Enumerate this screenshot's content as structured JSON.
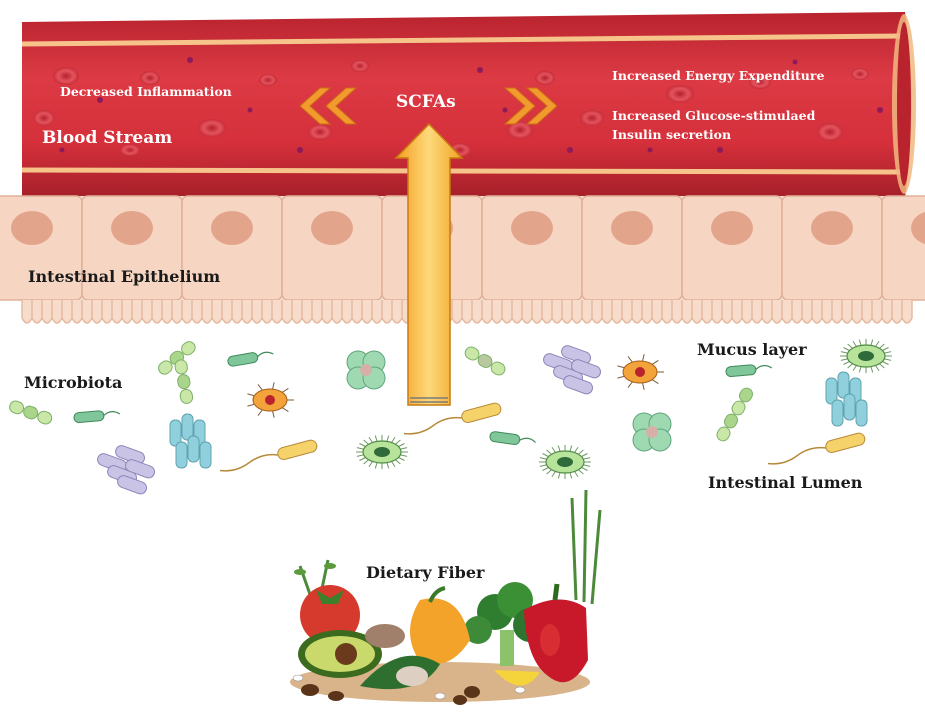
{
  "blood_vessel": {
    "label": "Blood Stream",
    "left_effect": "Decreased Inflammation",
    "center": "SCFAs",
    "right_effect_1": "Increased Energy Expenditure",
    "right_effect_2_line1": "Increased Glucose-stimulaed",
    "right_effect_2_line2": "Insulin secretion"
  },
  "layers": {
    "epithelium": "Intestinal Epithelium",
    "microbiota": "Microbiota",
    "mucus": "Mucus layer",
    "lumen": "Intestinal Lumen"
  },
  "diet": {
    "label": "Dietary Fiber"
  },
  "colors": {
    "vessel_red": "#d9343f",
    "vessel_dark": "#a8222c",
    "vessel_stripe": "#f6c48a",
    "cell_fill": "#f6d6c2",
    "nucleus": "#e2a58c",
    "arrow_fill": "#f7b83a",
    "chevron": "#f29a2e"
  }
}
